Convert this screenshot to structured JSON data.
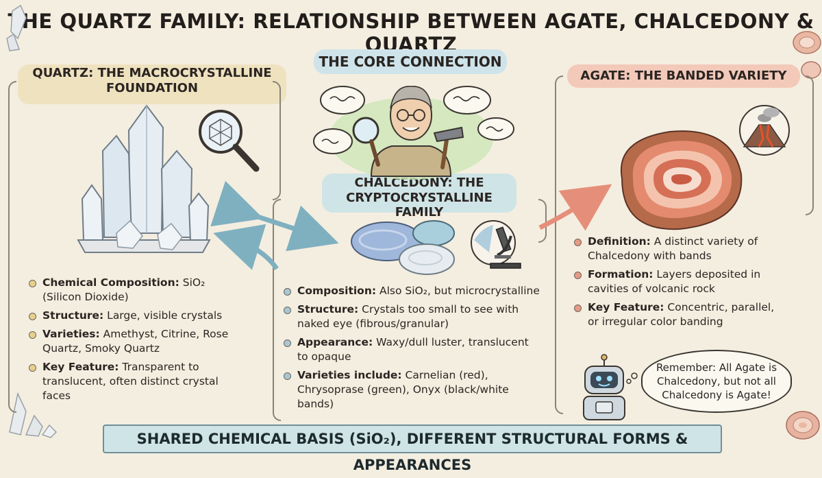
{
  "title": "THE QUARTZ FAMILY: RELATIONSHIP BETWEEN AGATE, CHALCEDONY & QUARTZ",
  "quartz": {
    "heading": "QUARTZ: THE MACROCRYSTALLINE FOUNDATION",
    "items": [
      {
        "label": "Chemical Composition:",
        "text": " SiO₂ (Silicon Dioxide)"
      },
      {
        "label": "Structure:",
        "text": " Large, visible crystals"
      },
      {
        "label": "Varieties:",
        "text": " Amethyst, Citrine, Rose Quartz, Smoky Quartz"
      },
      {
        "label": "Key Feature:",
        "text": " Transparent to translucent, often distinct crystal faces"
      }
    ]
  },
  "core": {
    "heading": "THE CORE CONNECTION"
  },
  "chalcedony": {
    "heading": "CHALCEDONY: THE CRYPTOCRYSTALLINE FAMILY",
    "items": [
      {
        "label": "Composition:",
        "text": " Also SiO₂, but microcrystalline"
      },
      {
        "label": "Structure:",
        "text": " Crystals too small to see with naked eye (fibrous/granular)"
      },
      {
        "label": "Appearance:",
        "text": " Waxy/dull luster, translucent to opaque"
      },
      {
        "label": "Varieties include:",
        "text": " Carnelian (red), Chrysoprase (green), Onyx (black/white bands)"
      }
    ]
  },
  "agate": {
    "heading": "AGATE: THE BANDED VARIETY",
    "items": [
      {
        "label": "Definition:",
        "text": " A distinct variety of Chalcedony with bands"
      },
      {
        "label": "Formation:",
        "text": " Layers deposited in cavities of volcanic rock"
      },
      {
        "label": "Key Feature:",
        "text": " Concentric, parallel, or irregular color banding"
      }
    ]
  },
  "reminder": "Remember: All Agate is Chalcedony, but not all Chalcedony is Agate!",
  "banner": "SHARED CHEMICAL BASIS (SiO₂), DIFFERENT STRUCTURAL FORMS & APPEARANCES",
  "colors": {
    "background": "#f4eee0",
    "quartz_highlight": "#efe2bf",
    "chalcedony_highlight": "#cfe4e6",
    "agate_highlight": "#f3c9b9",
    "arrow_blue": "#7fb0c0",
    "arrow_red": "#e58f7a"
  },
  "icons": [
    "magnifier-icon",
    "volcano-icon",
    "microscope-icon",
    "robot-icon",
    "hammer-icon",
    "speech-bubble-icon"
  ]
}
